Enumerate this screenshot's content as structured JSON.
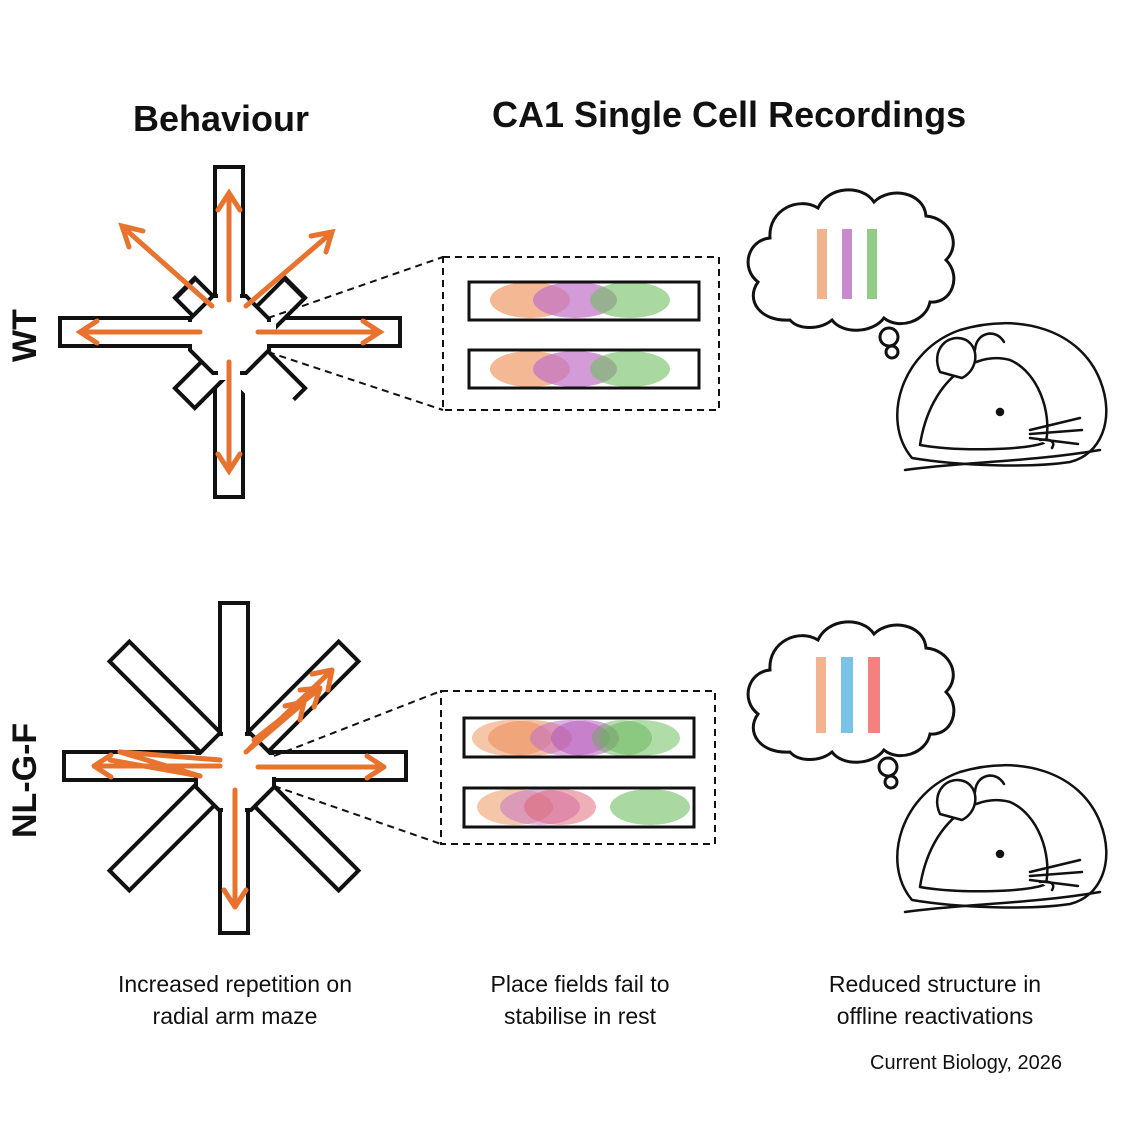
{
  "headings": {
    "behaviour": "Behaviour",
    "recordings": "CA1 Single Cell Recordings"
  },
  "row_labels": {
    "wt": "WT",
    "nlgf": "NL-G-F"
  },
  "captions": {
    "behaviour": "Increased repetition on radial arm maze",
    "place_fields": "Place fields fail to stabilise in rest",
    "reactivations": "Reduced structure in offline reactivations"
  },
  "credit": "Current Biology, 2026",
  "colors": {
    "arrow": "#e8732e",
    "outline": "#111111",
    "field_orange": "#f0a070",
    "field_purple": "#c070c8",
    "field_green": "#70c060",
    "bar_orange": "#f2b48e",
    "bar_purple": "#c98bd0",
    "bar_green": "#93cc86",
    "bar_blue": "#79c3e8",
    "bar_red": "#f58080"
  },
  "icons": {
    "maze": "radial-arm-maze-icon",
    "track": "linear-track-icon",
    "thought": "thought-bubble-icon",
    "mouse": "sleeping-mouse-icon"
  }
}
